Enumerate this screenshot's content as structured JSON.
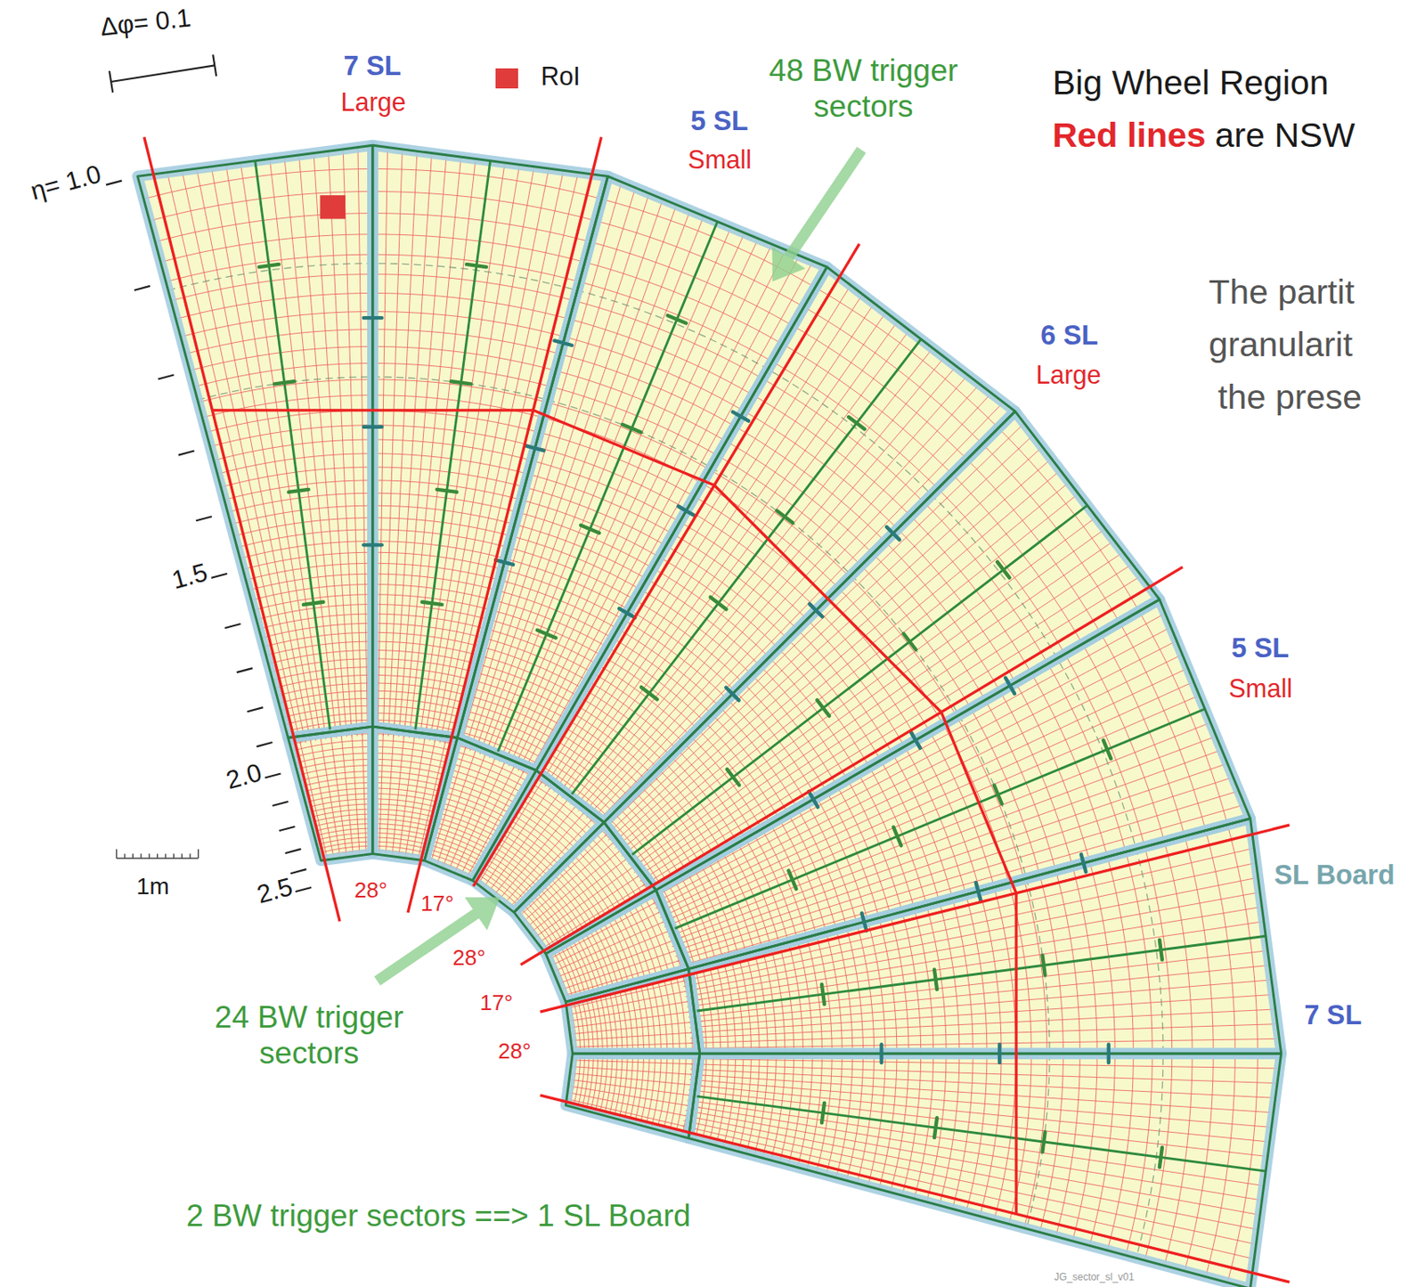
{
  "diagram": {
    "title": "Big Wheel Region",
    "labels": [
      "Δφ= 0.1",
      "η= 1.0",
      "1.5",
      "2.0",
      "2.5",
      "7 SL",
      "Large",
      "48 BW trigger sectors",
      "5 SL",
      "Small",
      "Red lines",
      "are NSW",
      "The partit",
      "granularit",
      "the prese",
      "6 SL",
      "Large",
      "5 SL",
      "Small",
      "SL Board",
      "7 SL",
      "1m",
      "28°",
      "17°",
      "28°",
      "17°",
      "28°",
      "24 BW trigger sectors",
      "2 BW trigger sectors ==> 1 SL Board",
      "JG_sector_sl_v01"
    ],
    "legend": [
      {
        "text": "RoI",
        "color": "#e03c3c"
      }
    ]
  }
}
